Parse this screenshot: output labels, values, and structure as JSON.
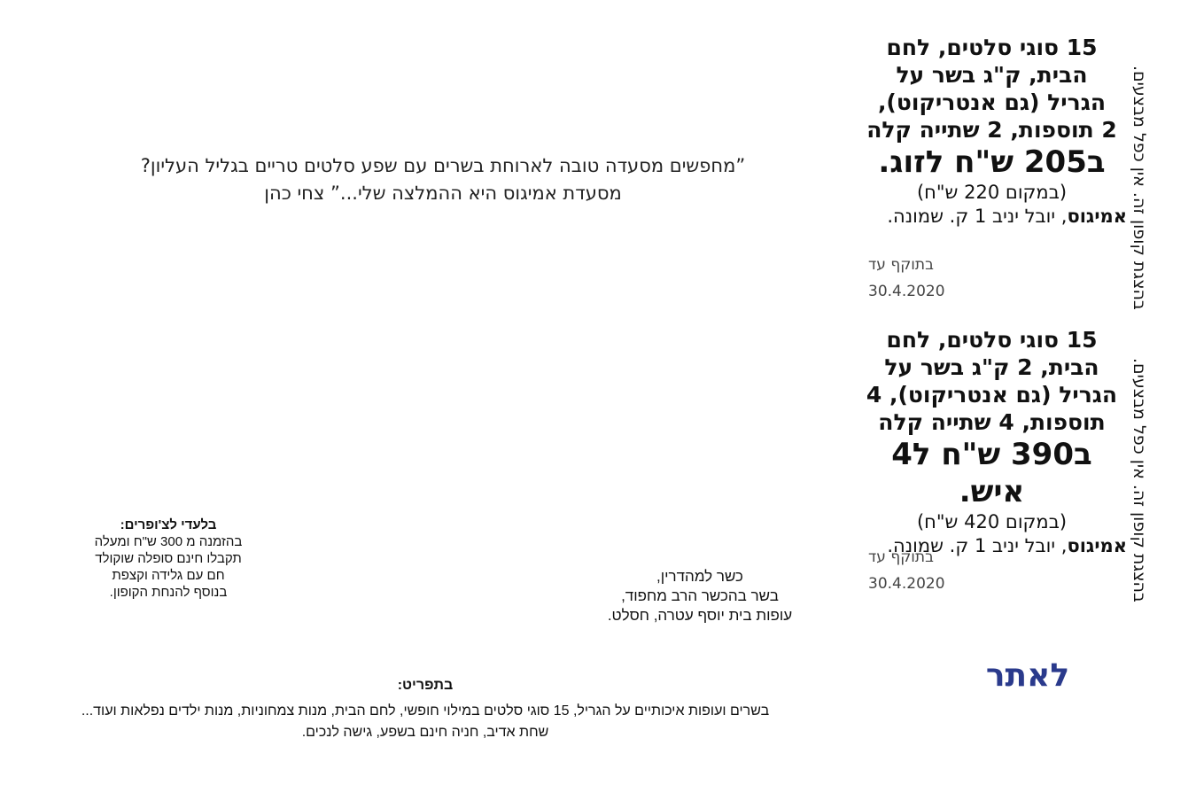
{
  "coupons": [
    {
      "vertical_note": "בהצגת קופון זה. אין כפל מבצעים.",
      "headline_lines": [
        "15 סוגי סלטים, לחם",
        "הבית, ק\"ג בשר על",
        "הגריל (גם אנטריקוט),",
        "2 תוספות, 2 שתייה קלה"
      ],
      "price_line": "ב205 ש\"ח לזוג.",
      "was_price": "(במקום 220 ש\"ח)",
      "place_name": "אמיגוס",
      "location_rest": ", יובל יניב 1 ק. שמונה.",
      "validity_label": "בתוקף עד",
      "validity_date": "30.4.2020"
    },
    {
      "vertical_note": "בהצגת קופון זה. אין כפל מבצעים.",
      "headline_lines": [
        "15 סוגי סלטים, לחם",
        "הבית, 2 ק\"ג בשר על",
        "הגריל (גם אנטריקוט), 4",
        "תוספות, 4 שתייה קלה"
      ],
      "price_line": "ב390 ש\"ח ל4 איש.",
      "was_price": "(במקום 420 ש\"ח)",
      "place_name": "אמיגוס",
      "location_rest": ", יובל יניב 1 ק. שמונה.",
      "validity_label": "בתוקף עד",
      "validity_date": "30.4.2020"
    }
  ],
  "quote": {
    "line1": "”מחפשים מסעדה טובה לארוחת בשרים עם שפע סלטים טריים בגליל העליון?",
    "line2": "מסעדת אמיגוס היא ההמלצה שלי...” צחי כהן"
  },
  "exclusive": {
    "title": "בלעדי לצ'ופרים:",
    "lines": [
      "בהזמנה מ 300 ש\"ח ומעלה",
      "תקבלו חינם סופלה שוקולד",
      "חם עם גלידה וקצפת",
      "בנוסף להנחת הקופון."
    ]
  },
  "kosher": {
    "lines": [
      "כשר למהדרין,",
      "בשר בהכשר הרב מחפוד,",
      "עופות בית יוסף עטרה, חסלט."
    ]
  },
  "site_link": {
    "label": "לאתר"
  },
  "menu": {
    "title": "בתפריט:",
    "line1": "בשרים ועופות איכותיים על הגריל, 15 סוגי סלטים במילוי חופשי, לחם הבית, מנות צמחוניות, מנות ילדים נפלאות ועוד...",
    "line2": "שחת אדיב, חניה חינם בשפע, גישה לנכים."
  },
  "colors": {
    "link": "#2a3a8c",
    "text": "#111111",
    "muted": "#444444"
  }
}
